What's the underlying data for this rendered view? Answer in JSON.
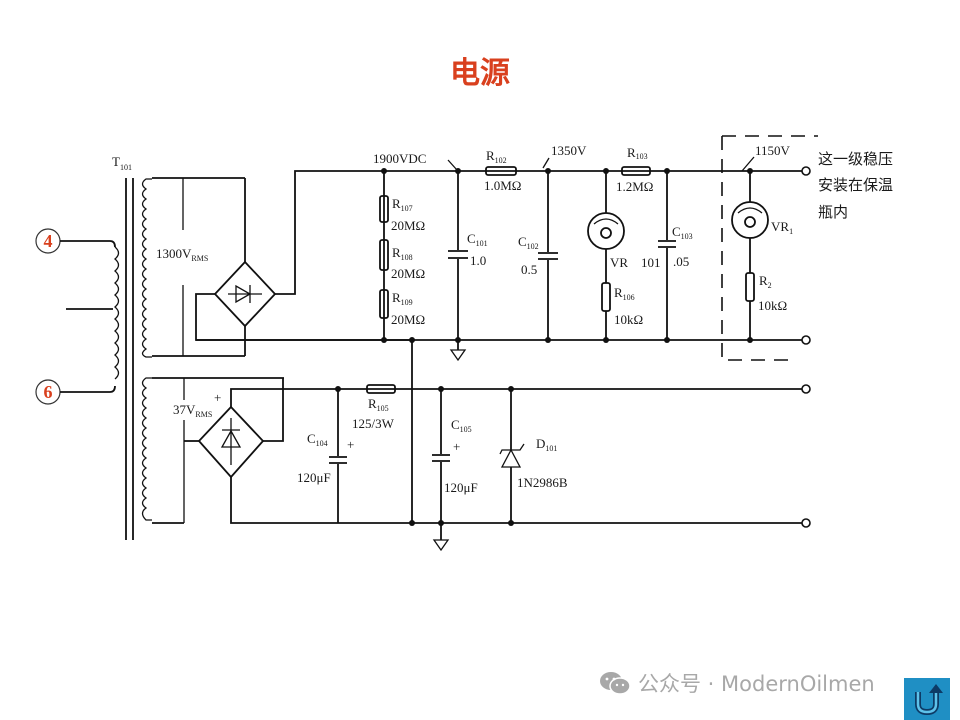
{
  "slide": {
    "title": "电源",
    "title_color": "#d9401e"
  },
  "diagram": {
    "transformer": {
      "label": "T",
      "sub": "101"
    },
    "pins": [
      {
        "label": "4"
      },
      {
        "label": "6"
      }
    ],
    "windings": {
      "hv": "1300V",
      "hv_sub": "RMS",
      "lv": "37V",
      "lv_sub": "RMS"
    },
    "nodes": {
      "v1900": "1900VDC",
      "v1350": "1350V",
      "v1150": "1150V"
    },
    "resistors": {
      "r102": {
        "name": "R",
        "sub": "102",
        "value": "1.0MΩ"
      },
      "r103": {
        "name": "R",
        "sub": "103",
        "value": "1.2MΩ"
      },
      "r107": {
        "name": "R",
        "sub": "107",
        "value": "20MΩ"
      },
      "r108": {
        "name": "R",
        "sub": "108",
        "value": "20MΩ"
      },
      "r109": {
        "name": "R",
        "sub": "109",
        "value": "20MΩ"
      },
      "r106": {
        "name": "R",
        "sub": "106",
        "value": "10kΩ"
      },
      "r2": {
        "name": "R",
        "sub": "2",
        "value": "10kΩ"
      },
      "r105": {
        "name": "R",
        "sub": "105",
        "value": "125/3W"
      }
    },
    "capacitors": {
      "c101": {
        "name": "C",
        "sub": "101",
        "value": "1.0"
      },
      "c102": {
        "name": "C",
        "sub": "102",
        "value": "0.5"
      },
      "c103": {
        "name": "C",
        "sub": "103",
        "value": ".05"
      },
      "c104": {
        "name": "C",
        "sub": "104",
        "value": "120μF"
      },
      "c105": {
        "name": "C",
        "sub": "105",
        "value": "120μF"
      }
    },
    "tubes": {
      "vr": {
        "name": "VR",
        "value": "101"
      },
      "vr1": {
        "name": "VR",
        "sub": "1"
      }
    },
    "zener": {
      "name": "D",
      "sub": "101",
      "part": "1N2986B"
    },
    "plus_sign": "+",
    "note_lines": [
      "这一级稳压",
      "安装在保温",
      "瓶内"
    ]
  },
  "footer": {
    "brand_text": "公众号 · ModernOilmen",
    "wechat_icon": "wechat-icon",
    "nav_icon": "u-turn-arrow-icon",
    "nav_color": "#1f8fc4"
  }
}
